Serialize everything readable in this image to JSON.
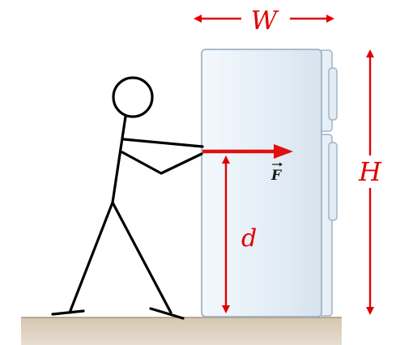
{
  "labels": {
    "width": "W",
    "height": "H",
    "force": "F",
    "distance": "d"
  },
  "colors": {
    "dimension": "#e00000",
    "force_arrow": "#e01010",
    "fridge_body": "#e3edf6",
    "fridge_outline": "#9fb3c6",
    "floor": "#d9c9b4",
    "figure": "#000000"
  }
}
